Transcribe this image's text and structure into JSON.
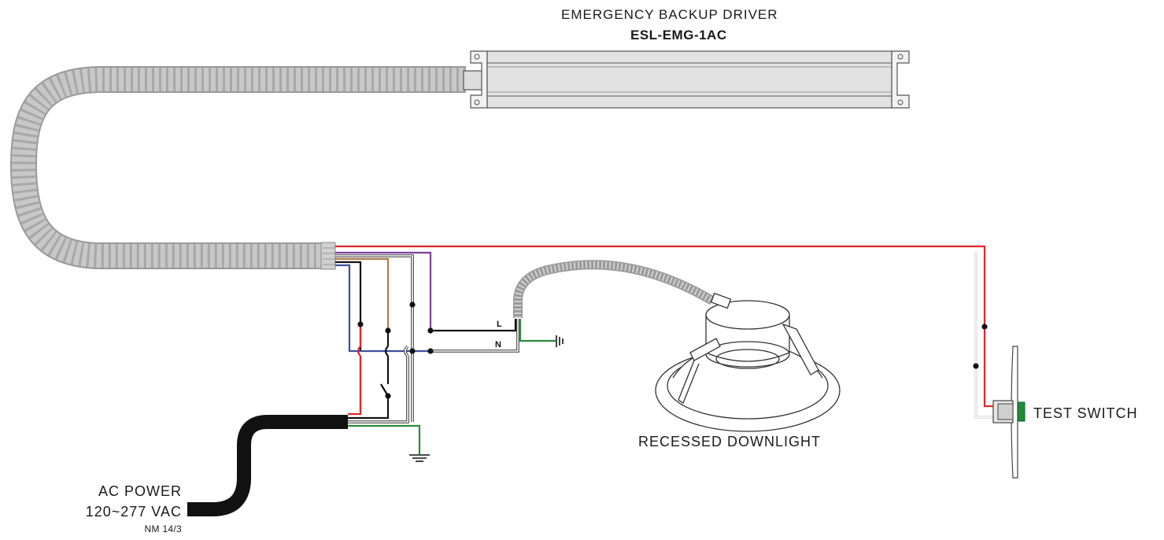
{
  "driver": {
    "title": "EMERGENCY BACKUP DRIVER",
    "model": "ESL-EMG-1AC"
  },
  "power": {
    "label": "AC POWER",
    "voltage": "120~277 VAC",
    "cable": "NM 14/3"
  },
  "fixture": {
    "label": "RECESSED DOWNLIGHT"
  },
  "test_switch": {
    "label": "TEST SWITCH"
  },
  "terminals": {
    "line": "L",
    "neutral": "N"
  },
  "colors": {
    "red": "#e0282e",
    "black": "#111111",
    "blue": "#3d4f9e",
    "brown": "#b07a4a",
    "purple": "#7b3f9e",
    "green": "#2c8a3c",
    "white_wire": "#ffffff",
    "conduit": "#b5b5b5",
    "switch_button": "#1e8a3a"
  }
}
